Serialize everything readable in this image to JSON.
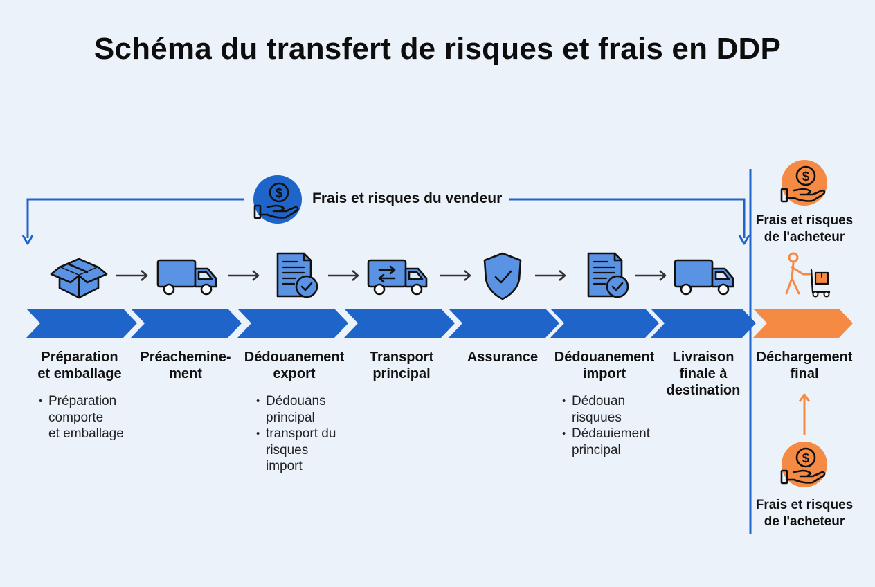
{
  "title": "Schéma du transfert de risques et frais en DDP",
  "seller": {
    "label": "Frais et risques du vendeur",
    "icon": "money-hand-icon"
  },
  "buyer": {
    "top_label_line1": "Frais et risques",
    "top_label_line2": "de l'acheteur",
    "bottom_label_line1": "Frais et risques",
    "bottom_label_line2": "de l'acheteur",
    "icon": "money-hand-icon",
    "worker_icon": "worker-cart-icon"
  },
  "colors": {
    "seller_blue": "#1f64c8",
    "icon_blue": "#5b93e4",
    "buyer_orange": "#f58a45",
    "background": "#ecf2fa"
  },
  "steps": [
    {
      "label_lines": [
        "Préparation",
        "et emballage"
      ],
      "icon": "box-icon",
      "bullets": [
        [
          "Préparation",
          "comporte",
          "et emballage"
        ]
      ]
    },
    {
      "label_lines": [
        "Préachemine-",
        "ment"
      ],
      "icon": "truck-icon",
      "bullets": []
    },
    {
      "label_lines": [
        "Dédouanement",
        "export"
      ],
      "icon": "document-check-icon",
      "bullets": [
        [
          "Dédouans",
          "principal"
        ],
        [
          "transport du",
          "risques",
          "import"
        ]
      ]
    },
    {
      "label_lines": [
        "Transport",
        "principal"
      ],
      "icon": "truck-exchange-icon",
      "bullets": []
    },
    {
      "label_lines": [
        "Assurance"
      ],
      "icon": "shield-check-icon",
      "bullets": []
    },
    {
      "label_lines": [
        "Dédouanement",
        "import"
      ],
      "icon": "document-check-icon",
      "bullets": [
        [
          "Dédouan",
          "risquues"
        ],
        [
          "Dédauiement",
          "principal"
        ]
      ]
    },
    {
      "label_lines": [
        "Livraison",
        "finale à",
        "destination"
      ],
      "icon": "truck-icon",
      "bullets": []
    },
    {
      "label_lines": [
        "Déchargement",
        "final"
      ],
      "icon": "worker-cart-icon",
      "bullets": [],
      "buyer": true
    }
  ]
}
